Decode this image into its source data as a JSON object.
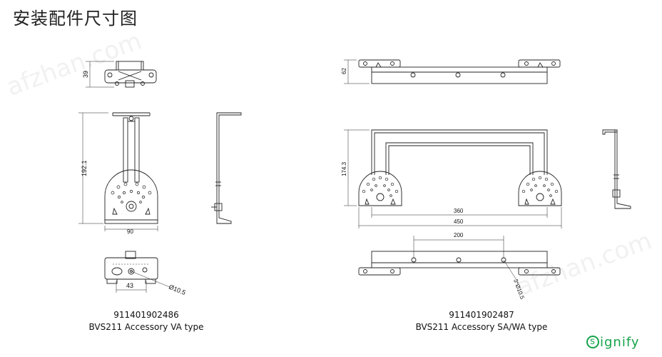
{
  "page": {
    "title": "安装配件尺寸图"
  },
  "va_accessory": {
    "part_number": "911401902486",
    "name": "BVS211 Accessory VA type",
    "dims": {
      "top_height": "39",
      "height": "192.1",
      "base_width": "90",
      "hole_spacing": "43",
      "hole_diameter": "Ø10.5"
    }
  },
  "sawa_accessory": {
    "part_number": "911401902487",
    "name": "BVS211 Accessory SA/WA type",
    "dims": {
      "top_height": "62",
      "height": "174.3",
      "inner_width": "360",
      "overall_width": "450",
      "hole_spacing": "200",
      "holes": "3*Ø10.5"
    }
  },
  "watermark": {
    "text": "afzhan.com"
  },
  "brand": {
    "logo_text": "ignify",
    "logo_letter": "s",
    "color": "#16a34a"
  }
}
